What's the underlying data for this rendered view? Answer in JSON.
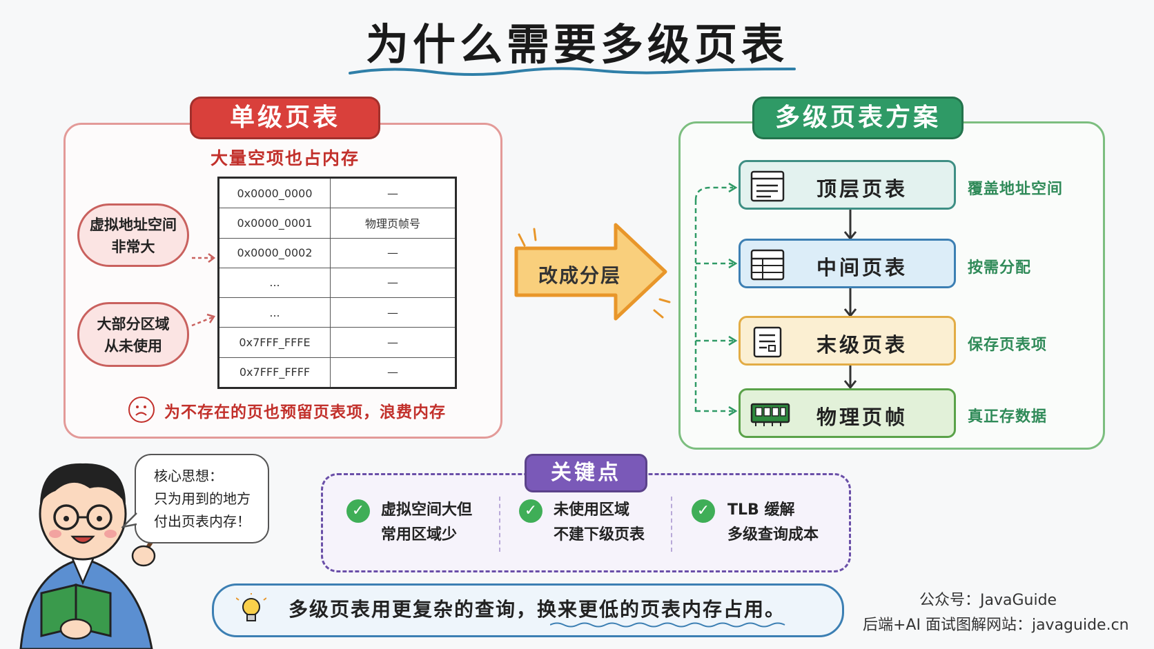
{
  "title": "为什么需要多级页表",
  "single_level": {
    "badge": "单级页表",
    "subtitle": "大量空项也占内存",
    "cloud1_line1": "虚拟地址空间",
    "cloud1_line2": "非常大",
    "cloud2_line1": "大部分区域",
    "cloud2_line2": "从未使用",
    "rows": [
      {
        "addr": "0x0000_0000",
        "val": "—"
      },
      {
        "addr": "0x0000_0001",
        "val": "物理页帧号"
      },
      {
        "addr": "0x0000_0002",
        "val": "—"
      },
      {
        "addr": "...",
        "val": "—"
      },
      {
        "addr": "...",
        "val": "—"
      },
      {
        "addr": "0x7FFF_FFFE",
        "val": "—"
      },
      {
        "addr": "0x7FFF_FFFF",
        "val": "—"
      }
    ],
    "waste_note": "为不存在的页也预留页表项，浪费内存"
  },
  "arrow_label": "改成分层",
  "multi_level": {
    "badge": "多级页表方案",
    "levels": [
      {
        "name": "顶层页表",
        "note": "覆盖地址空间",
        "icon": "list-icon"
      },
      {
        "name": "中间页表",
        "note": "按需分配",
        "icon": "table-icon"
      },
      {
        "name": "末级页表",
        "note": "保存页表项",
        "icon": "document-icon"
      },
      {
        "name": "物理页帧",
        "note": "真正存数据",
        "icon": "memory-chip-icon"
      }
    ]
  },
  "key_points": {
    "badge": "关键点",
    "items": [
      {
        "line1": "虚拟空间大但",
        "line2": "常用区域少"
      },
      {
        "line1": "未使用区域",
        "line2": "不建下级页表"
      },
      {
        "line1": "TLB 缓解",
        "line2": "多级查询成本"
      }
    ]
  },
  "bubble": {
    "line1": "核心思想：",
    "line2": "只为用到的地方",
    "line3": "付出页表内存！"
  },
  "banner": "多级页表用更复杂的查询，换来更低的页表内存占用。",
  "credits": {
    "line1": "公众号：JavaGuide",
    "line2": "后端+AI 面试图解网站：javaguide.cn"
  },
  "colors": {
    "red": "#d9403b",
    "green": "#2f9a66",
    "purple": "#7a59b8",
    "orange_arrow": "#f7c56b"
  }
}
